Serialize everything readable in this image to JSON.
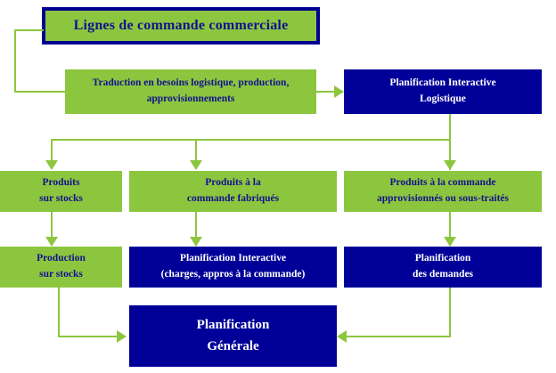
{
  "diagram": {
    "title_banner": {
      "label": "Lignes de commande commerciale"
    },
    "colors": {
      "green": "#8cc63f",
      "blue": "#000099",
      "text_on_green": "#13128c",
      "text_on_blue": "#ffffff",
      "connector": "#8cc63f"
    },
    "boxes": [
      {
        "id": "traduction",
        "style": "green",
        "lines": [
          "Traduction en besoins logistique, production,",
          "approvisionnements"
        ]
      },
      {
        "id": "planification-interactive-logistique",
        "style": "blue",
        "lines": [
          "Planification Interactive",
          "Logistique"
        ]
      },
      {
        "id": "produits-sur-stocks",
        "style": "green",
        "lines": [
          "Produits",
          "sur stocks"
        ]
      },
      {
        "id": "produits-commande-fabriques",
        "style": "green",
        "lines": [
          "Produits à  la",
          "commande fabriqués"
        ]
      },
      {
        "id": "produits-commande-approvisionnes",
        "style": "green",
        "lines": [
          "Produits à la commande",
          "approvisionnés ou sous-traités"
        ]
      },
      {
        "id": "production-sur-stocks",
        "style": "green",
        "lines": [
          "Production",
          "sur stocks"
        ]
      },
      {
        "id": "planification-interactive-charges",
        "style": "blue",
        "lines": [
          "Planification Interactive",
          "(charges, appros à la commande)"
        ]
      },
      {
        "id": "planification-des-demandes",
        "style": "blue",
        "lines": [
          "Planification",
          "des demandes"
        ]
      },
      {
        "id": "planification-generale",
        "style": "blue",
        "lines": [
          "Planification",
          "Générale"
        ]
      }
    ]
  }
}
